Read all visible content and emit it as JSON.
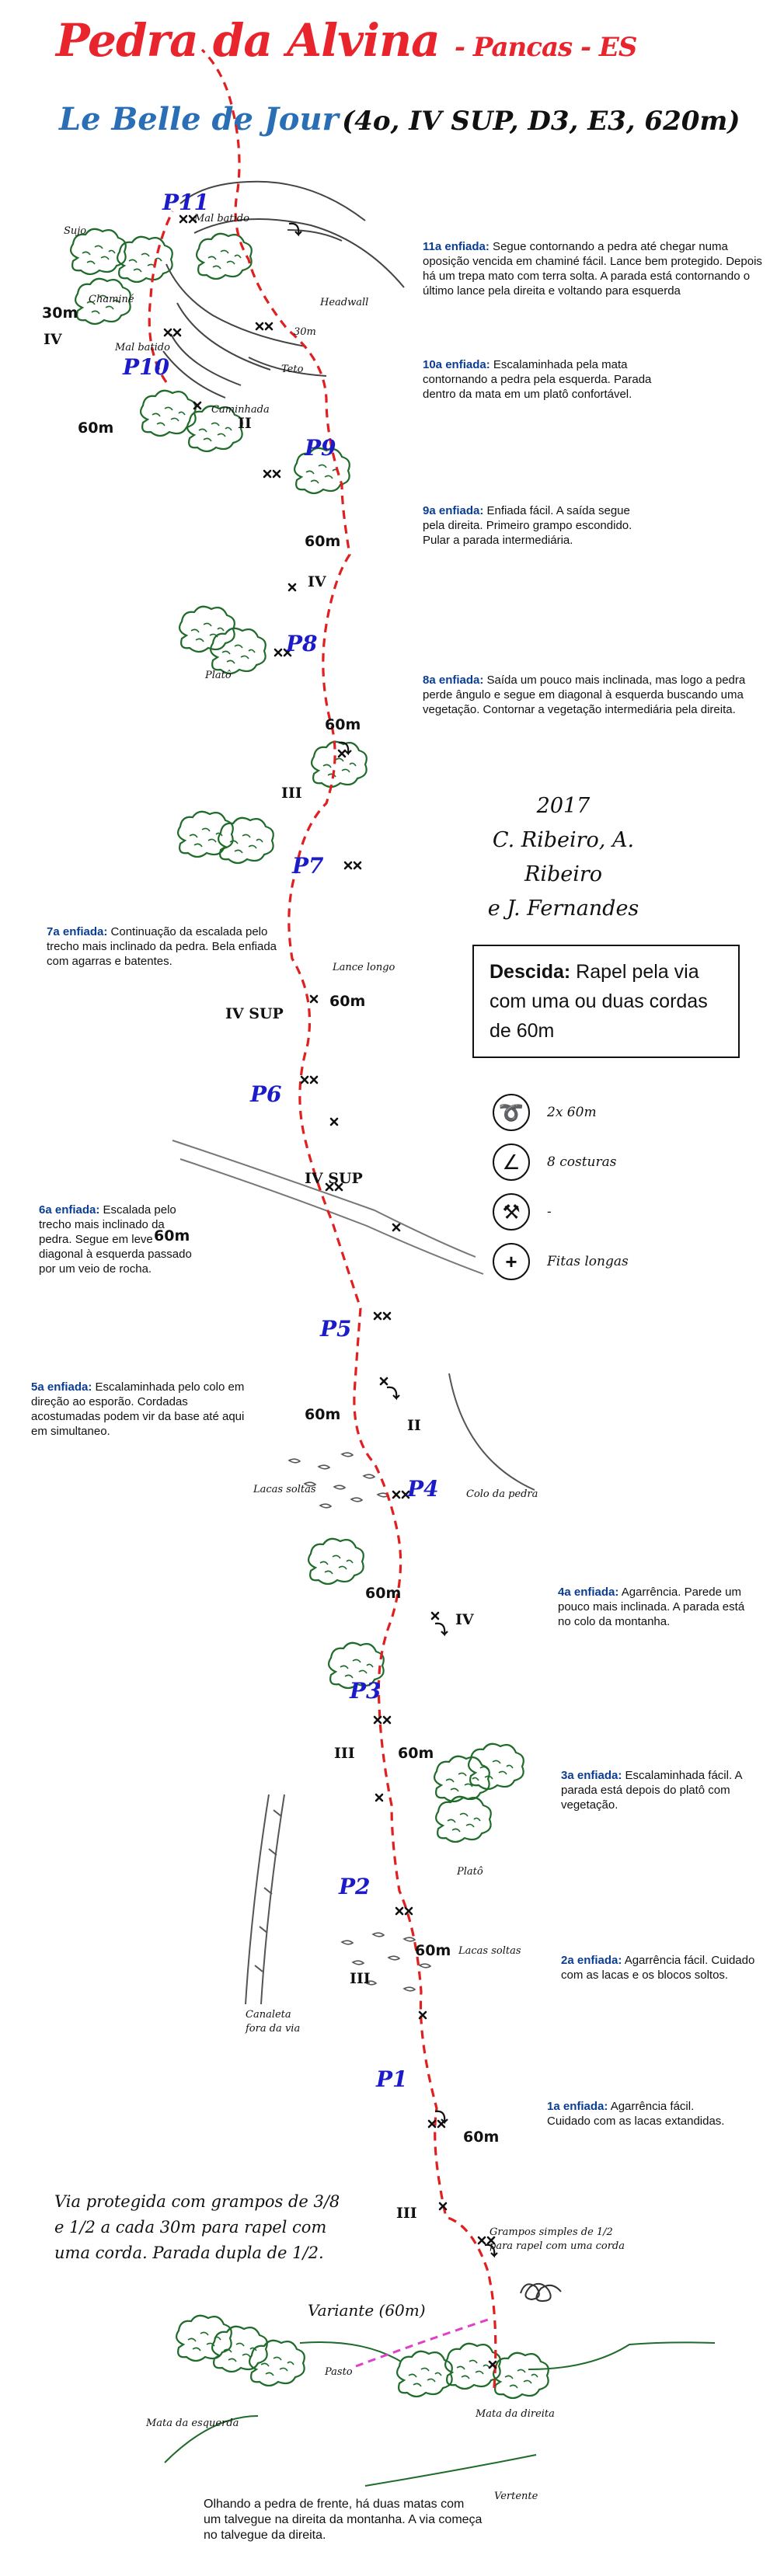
{
  "header": {
    "crag": "Pedra da Alvina",
    "location": "- Pancas - ES",
    "route": "Le Belle de Jour",
    "grade": "(4o, IV SUP, D3, E3, 620m)"
  },
  "pitches": [
    {
      "lead": "11a enfiada:",
      "text": " Segue contornando a pedra até chegar numa oposição vencida em chaminé fácil. Lance bem protegido. Depois há um trepa mato com terra solta. A parada está contornando o último lance pela direita e voltando para esquerda"
    },
    {
      "lead": "10a enfiada:",
      "text": " Escalaminhada pela mata contornando a pedra pela esquerda. Parada dentro da mata em um platô confortável."
    },
    {
      "lead": "9a enfiada:",
      "text": " Enfiada fácil. A saída segue pela direita. Primeiro grampo escondido. Pular a parada intermediária."
    },
    {
      "lead": "8a enfiada:",
      "text": " Saída um pouco mais inclinada, mas logo a pedra perde ângulo e segue em diagonal à esquerda buscando uma vegetação. Contornar a vegetação intermediária pela direita."
    },
    {
      "lead": "7a enfiada:",
      "text": " Continuação da escalada pelo trecho mais inclinado da pedra. Bela enfiada com agarras e batentes."
    },
    {
      "lead": "6a enfiada:",
      "text": " Escalada pelo trecho mais inclinado da pedra. Segue em leve diagonal à esquerda passado por um veio de rocha."
    },
    {
      "lead": "5a enfiada:",
      "text": " Escalaminhada pelo colo em direção ao esporão. Cordadas acostumadas podem vir da base até aqui em simultaneo."
    },
    {
      "lead": "4a enfiada:",
      "text": " Agarrência. Parede um pouco mais inclinada. A parada está no colo da montanha."
    },
    {
      "lead": "3a enfiada:",
      "text": " Escalaminhada fácil. A parada está depois do platô com vegetação."
    },
    {
      "lead": "2a enfiada:",
      "text": " Agarrência fácil. Cuidado com as lacas e os blocos soltos."
    },
    {
      "lead": "1a enfiada:",
      "text": " Agarrência fácil. Cuidado com as lacas extandidas."
    }
  ],
  "credits": {
    "year": "2017",
    "line1": "C. Ribeiro, A. Ribeiro",
    "line2": "e J. Fernandes"
  },
  "descent": {
    "label": "Descida:",
    "text": " Rapel pela via com uma ou duas cordas de 60m"
  },
  "gear": [
    {
      "icon": "rope-icon",
      "label": "2x 60m"
    },
    {
      "icon": "quickdraw-icon",
      "label": "8 costuras"
    },
    {
      "icon": "piton-hammer-icon",
      "label": "-"
    },
    {
      "icon": "plus-icon",
      "label": "Fitas longas"
    }
  ],
  "belays": [
    "P11",
    "P10",
    "P9",
    "P8",
    "P7",
    "P6",
    "P5",
    "P4",
    "P3",
    "P2",
    "P1"
  ],
  "lengths": {
    "l30": "30m",
    "l60": "60m"
  },
  "grades": [
    "IV",
    "II",
    "IV",
    "III",
    "IV SUP",
    "IV SUP",
    "II",
    "IV",
    "III",
    "III",
    "III"
  ],
  "features": {
    "sujo": "Sujo",
    "mal_batido": "Mal batido",
    "chamine": "Chaminé",
    "mal_batido2": "Mal batido",
    "headwall": "Headwall",
    "teto": "Teto",
    "caminhada": "Caminhada",
    "plato": "Platô",
    "lance_longo": "Lance longo",
    "lacas_soltas": "Lacas soltas",
    "colo": "Colo da pedra",
    "plato2": "Platô",
    "lacas_soltas2": "Lacas soltas",
    "canaleta": "Canaleta",
    "fora_via": "fora da via",
    "grampos": "Grampos simples de 1/2",
    "grampos2": "para rapel com uma corda",
    "variante": "Variante (60m)",
    "pasto": "Pasto",
    "mata_esq": "Mata da esquerda",
    "mata_dir": "Mata da direita",
    "vertente": "Vertente",
    "s30m": "30m"
  },
  "note": {
    "line1": "Via protegida com grampos de 3/8",
    "line2": "e 1/2 a cada 30m para rapel com",
    "line3": "uma corda. Parada dupla de 1/2."
  },
  "footer": "Olhando a pedra de frente, há duas matas com um talvegue na direita da montanha. A via começa no talvegue da direita.",
  "colors": {
    "title": "#e8242c",
    "route": "#2a6fb6",
    "belay": "#1b1bc9",
    "route_line": "#e02020",
    "vegetation": "#1f6b2a",
    "variant": "#e040c8"
  }
}
